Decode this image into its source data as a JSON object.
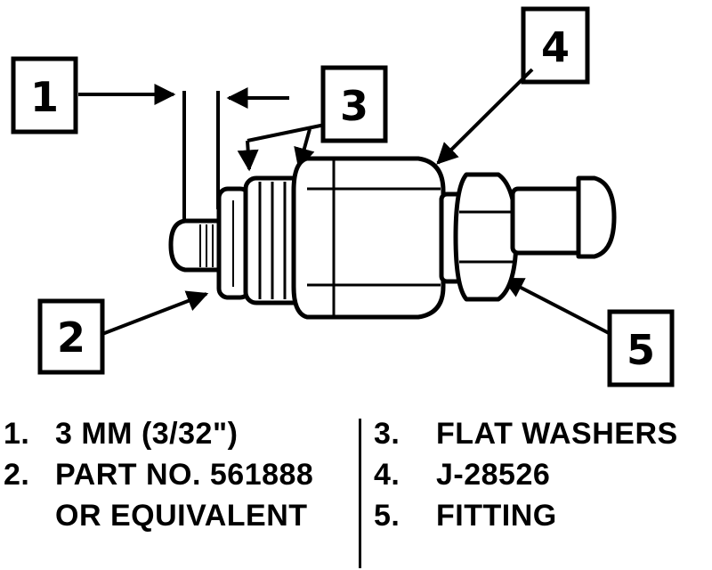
{
  "callouts": [
    "1",
    "2",
    "3",
    "4",
    "5"
  ],
  "legend": {
    "left": [
      {
        "num": "1.",
        "text": "3 MM (3/32\")"
      },
      {
        "num": "2.",
        "text": "PART NO. 561888"
      },
      {
        "num": "",
        "text": "OR EQUIVALENT"
      }
    ],
    "right": [
      {
        "num": "3.",
        "text": "FLAT WASHERS"
      },
      {
        "num": "4.",
        "text": "J-28526"
      },
      {
        "num": "5.",
        "text": "FITTING"
      }
    ]
  }
}
